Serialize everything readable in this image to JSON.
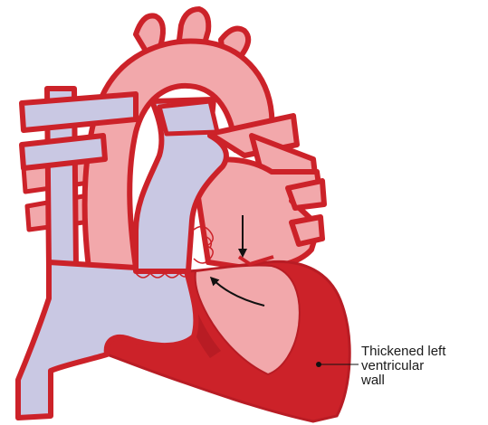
{
  "annotation": {
    "lines": [
      "Thickened left",
      "ventricular",
      "wall"
    ]
  },
  "colors": {
    "wall_red": "#cc2229",
    "wall_dark_red": "#b81c24",
    "chamber_pink": "#f2a8ab",
    "chamber_pink_light": "#f6b9bb",
    "vein_lavender": "#c9c8e3",
    "arrow_black": "#111111"
  },
  "icons": [
    "flow-arrow-down-icon",
    "flow-arrow-curved-icon"
  ]
}
